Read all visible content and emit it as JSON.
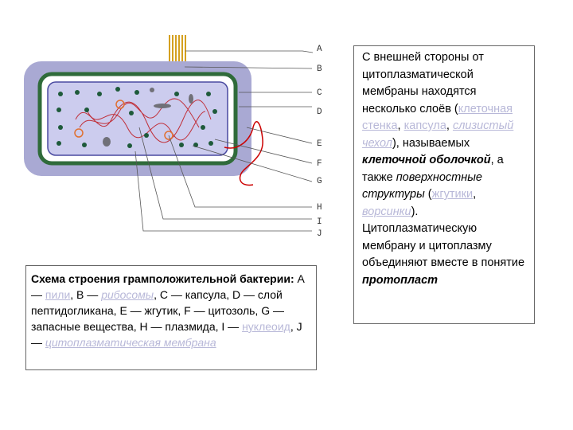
{
  "labels": [
    "A",
    "B",
    "C",
    "D",
    "E",
    "F",
    "G",
    "H",
    "I",
    "J"
  ],
  "caption": {
    "title": "Схема строения грамположительной бактерии:",
    "a_prefix": "A —",
    "a_term": "пили",
    "b_prefix": ", B —",
    "b_term": "рибосомы",
    "mid": ", C — капсула, D — слой пептидогликана, E — жгутик, F — цитозоль, G — запасные вещества, H — плазмида, I —",
    "i_term": "нуклеоид",
    "j_prefix": ", J —",
    "j_term": "цитоплазматическая мембрана"
  },
  "side": {
    "p1": "С внешней стороны от цитоплазматической мембраны находятся несколько слоёв (",
    "t_wall": "клеточная стенка",
    "c1": ", ",
    "t_capsule": "капсула",
    "c2": ", ",
    "t_slime": "слизистый чехол",
    "p2": "), называемых ",
    "t_envelope": "клеточной оболочкой",
    "p3": ", а также ",
    "t_surface": "поверхностные структуры",
    "p4": " (",
    "t_flagella": "жгутики",
    "c3": ", ",
    "t_villi": "ворсинки",
    "p5": "). Цитоплазматическую мембрану и цитоплазму объединяют вместе в понятие ",
    "t_protoplast": "протопласт"
  },
  "colors": {
    "capsule": "#a9a9d3",
    "peptidoglycan": "#2f6b3a",
    "cytoplasm": "#ccccee",
    "pili": "#d4a020",
    "flagellum": "#cc0000",
    "plasmid": "#e07030",
    "ribosome": "#1e5a3a",
    "nucleoid": "#c0303a"
  }
}
